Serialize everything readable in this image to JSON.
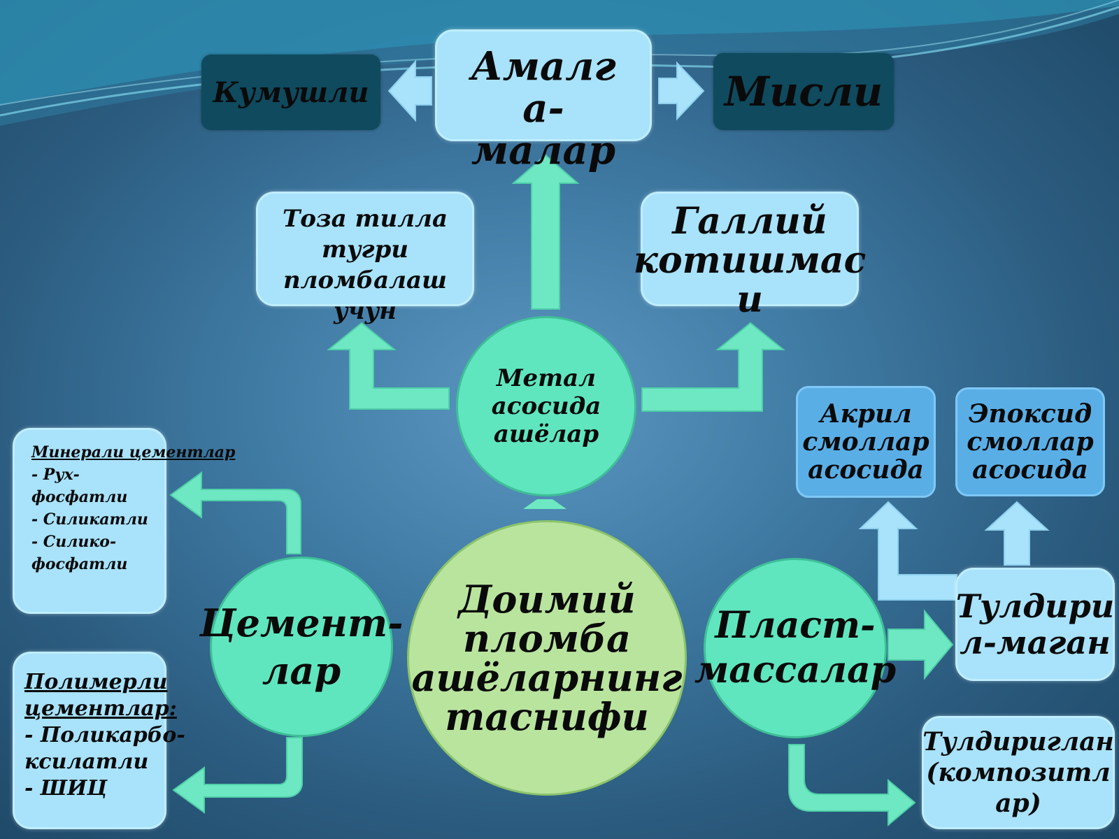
{
  "colors": {
    "arrow": "#6ee8c2",
    "arrow_light": "#a8e2fb",
    "circle": "#5fe6bf",
    "center": "#b9e49e"
  },
  "center": {
    "lines": [
      "Доимий",
      "пломба",
      "ашёларнинг",
      "таснифи"
    ]
  },
  "metal": {
    "lines": [
      "Метал",
      "асосида",
      "ашёлар"
    ]
  },
  "cement": {
    "lines": [
      "Цемент-",
      "лар"
    ]
  },
  "plastic": {
    "lines": [
      "Пласт-",
      "массалар"
    ]
  },
  "amalgam": {
    "lines": [
      "Амалг",
      "а-",
      "малар"
    ]
  },
  "silver": "Кумушли",
  "copper": "Мисли",
  "gold": {
    "lines": [
      "Тоза тилла",
      "тугри",
      "пломбалаш",
      "учун"
    ]
  },
  "gallium": {
    "lines": [
      "Галлий",
      "котишмас",
      "и"
    ]
  },
  "mineral": {
    "title": "Минерали цементлар",
    "items": [
      "- Рух-",
      "фосфатли",
      "- Силикатли",
      "- Силико-",
      "фосфатли"
    ]
  },
  "polymer": {
    "title_lines": [
      "Полимерли",
      "цементлар:"
    ],
    "items": [
      "- Поликарбо-",
      "ксилатли",
      "- ШИЦ"
    ]
  },
  "acryl": {
    "lines": [
      "Акрил",
      "смоллар",
      "асосида"
    ]
  },
  "epoxy": {
    "lines": [
      "Эпоксид",
      "смоллар",
      "асосида"
    ]
  },
  "filled": {
    "lines": [
      "Тулдири",
      "л-маган"
    ]
  },
  "composite": {
    "lines": [
      "Тулдириглан",
      "(композитл",
      "ар)"
    ]
  }
}
